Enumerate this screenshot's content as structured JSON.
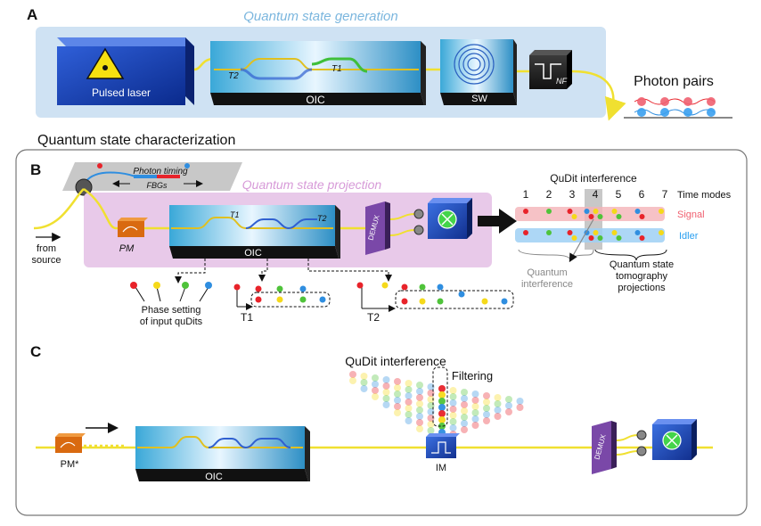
{
  "panel_a": {
    "letter": "A",
    "title": "Quantum state generation",
    "laser_label": "Pulsed laser",
    "laser_sign": "LASER RADIATION",
    "oic_label": "OIC",
    "t2": "T2",
    "t1": "T1",
    "sw_label": "SW",
    "nf_label": "NF",
    "photon_pairs": "Photon pairs"
  },
  "section_title": "Quantum state characterization",
  "panel_b": {
    "letter": "B",
    "photon_timing": "Photon timing",
    "fbgs": "FBGs",
    "projection_title": "Quantum state projection",
    "from_source": [
      "from",
      "source"
    ],
    "pm_label": "PM",
    "oic_label": "OIC",
    "t1": "T1",
    "t2": "T2",
    "demux": "DEMUX",
    "qudit_title": "QuDit interference",
    "time_modes_label": "Time modes",
    "time_modes": [
      "1",
      "2",
      "3",
      "4",
      "5",
      "6",
      "7"
    ],
    "signal": "Signal",
    "idler": "Idler",
    "quantum_interference": [
      "Quantum",
      "interference"
    ],
    "tomography": [
      "Quantum state",
      "tomography",
      "projections"
    ],
    "phase_setting": [
      "Phase setting",
      "of input quDits"
    ],
    "T1_label": "T1",
    "T2_label": "T2"
  },
  "panel_c": {
    "letter": "C",
    "qudit_title": "QuDit interference",
    "filtering": "Filtering",
    "pm_label": "PM*",
    "oic_label": "OIC",
    "im_label": "IM",
    "demux": "DEMUX"
  },
  "colors": {
    "red": "#e8232a",
    "yellow": "#f5d91a",
    "green": "#4fc33a",
    "blue": "#2f8ee0",
    "signal": "#f06070",
    "idler": "#2a9ff0",
    "fiber": "#f0e030",
    "panel_blue": "#cfe2f3",
    "panel_pink": "#e8c9e9"
  }
}
